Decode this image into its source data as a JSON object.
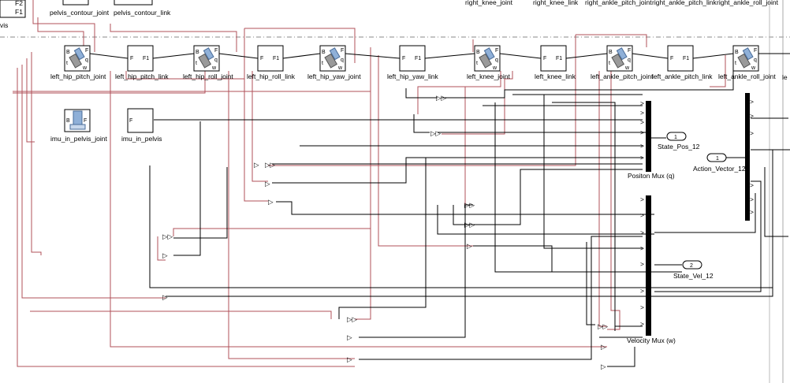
{
  "top_partial_labels": [
    "pelvis_contour_joint",
    "pelvis_contour_link",
    "right_knee_joint",
    "right_knee_link",
    "right_ankle_pitch_joint",
    "right_ankle_pitch_link",
    "right_ankle_roll_joint"
  ],
  "left_edge": {
    "f2": "F2",
    "f1": "F1",
    "vis": "vis"
  },
  "chain": [
    {
      "kind": "joint",
      "label": "left_hip_pitch_joint"
    },
    {
      "kind": "link",
      "label": "left_hip_pitch_link"
    },
    {
      "kind": "joint",
      "label": "left_hip_roll_joint"
    },
    {
      "kind": "link",
      "label": "left_hip_roll_link"
    },
    {
      "kind": "joint",
      "label": "left_hip_yaw_joint"
    },
    {
      "kind": "link",
      "label": "left_hip_yaw_link"
    },
    {
      "kind": "joint",
      "label": "left_knee_joint"
    },
    {
      "kind": "link",
      "label": "left_knee_link"
    },
    {
      "kind": "joint",
      "label": "left_ankle_pitch_joint"
    },
    {
      "kind": "link",
      "label": "left_ankle_pitch_link"
    },
    {
      "kind": "joint",
      "label": "left_ankle_roll_joint"
    }
  ],
  "right_cut_label": "le",
  "imu": {
    "joint_label": "imu_in_pelvis_joint",
    "link_label": "imu_in_pelvis"
  },
  "ports": {
    "B": "B",
    "F": "F",
    "F1": "F1",
    "t": "t",
    "q": "q",
    "w": "w"
  },
  "mux": {
    "position": "Positon Mux (q)",
    "velocity": "Velocity Mux (w)"
  },
  "outports": [
    {
      "num": "1",
      "label": "State_Pos_12"
    },
    {
      "num": "2",
      "label": "State_Vel_12"
    }
  ],
  "inport": {
    "num": "1",
    "label": "Action_Vector_12"
  }
}
